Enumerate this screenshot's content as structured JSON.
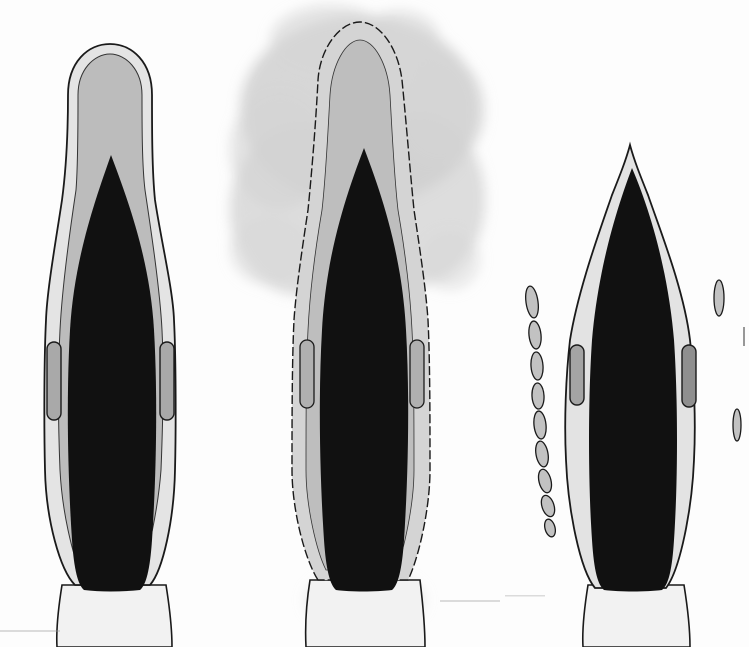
{
  "figure": {
    "panels": [
      {
        "id": "left",
        "stage": "intact"
      },
      {
        "id": "middle",
        "stage": "diffusing"
      },
      {
        "id": "right",
        "stage": "released"
      }
    ],
    "colors": {
      "background": "#fdfdfd",
      "outer_fill": "#e4e4e4",
      "inner_fill": "#b9b9b9",
      "capsule_fill": "#a8a8a8",
      "core_fill": "#111111",
      "cloud_fill": "#c7c7c7",
      "stalk_fill": "#f2f2f2",
      "outline": "#1a1a1a"
    }
  }
}
